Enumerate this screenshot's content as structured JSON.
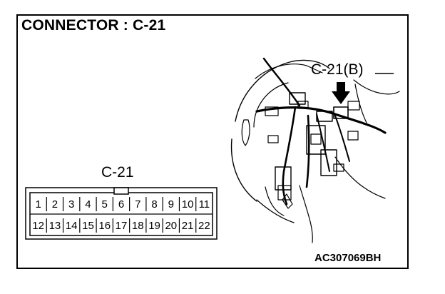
{
  "title": "CONNECTOR : C-21",
  "connector": {
    "label": "C-21",
    "pins_row1": [
      "1",
      "2",
      "3",
      "4",
      "5",
      "6",
      "7",
      "8",
      "9",
      "10",
      "11"
    ],
    "pins_row2": [
      "12",
      "13",
      "14",
      "15",
      "16",
      "17",
      "18",
      "19",
      "20",
      "21",
      "22"
    ]
  },
  "location": {
    "label": "C-21(B)",
    "arrow_icon": "down-arrow-icon"
  },
  "figure_code": "AC307069BH",
  "colors": {
    "line": "#000000",
    "background": "#ffffff"
  }
}
